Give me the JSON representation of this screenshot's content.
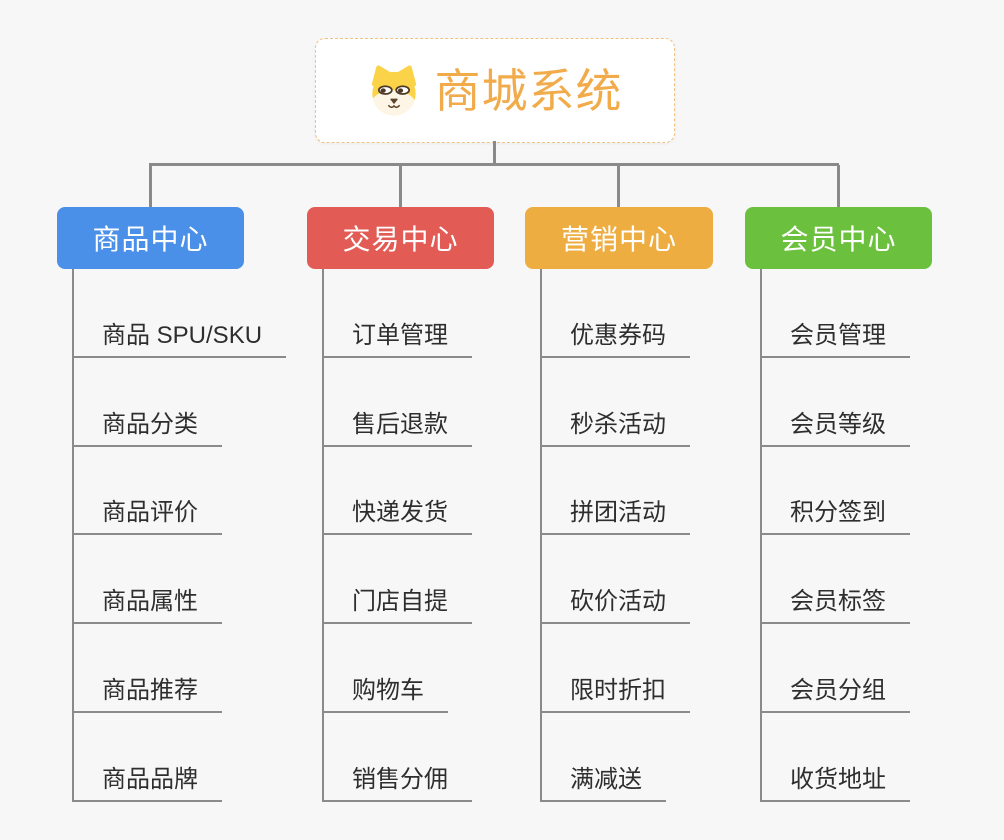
{
  "root": {
    "title": "商城系统",
    "icon": "shiba-dog-icon",
    "title_color": "#f1ab4b",
    "border_color": "#efc184"
  },
  "theme": {
    "background": "#f7f7f7",
    "connector_color": "#8a8a8a",
    "item_text_color": "#2e2e2e"
  },
  "branches": [
    {
      "label": "商品中心",
      "color": "#4a8fe8",
      "items": [
        "商品 SPU/SKU",
        "商品分类",
        "商品评价",
        "商品属性",
        "商品推荐",
        "商品品牌"
      ]
    },
    {
      "label": "交易中心",
      "color": "#e25b55",
      "items": [
        "订单管理",
        "售后退款",
        "快递发货",
        "门店自提",
        "购物车",
        "销售分佣"
      ]
    },
    {
      "label": "营销中心",
      "color": "#eead40",
      "items": [
        "优惠券码",
        "秒杀活动",
        "拼团活动",
        "砍价活动",
        "限时折扣",
        "满减送"
      ]
    },
    {
      "label": "会员中心",
      "color": "#6bc13d",
      "items": [
        "会员管理",
        "会员等级",
        "积分签到",
        "会员标签",
        "会员分组",
        "收货地址"
      ]
    }
  ]
}
